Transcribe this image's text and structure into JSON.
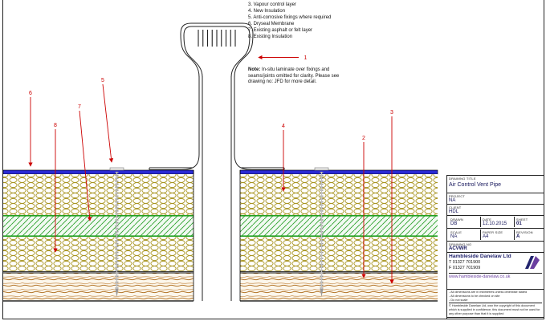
{
  "colors": {
    "leader_red": "#cc0000",
    "membrane_blue": "#2a2ad4",
    "insulation_olive": "#a89420",
    "green_layer": "#22a022",
    "wood_brown": "#b5782d",
    "navy": "#23256e",
    "purple": "#6a3fa0"
  },
  "legend": {
    "items": [
      "3. Vapour control layer",
      "4. New Insulation",
      "5. Anti-corrosive fixings where required",
      "6. Dryseal Membrane",
      "7. Existing asphalt or felt layer",
      "8. Existing Insulation"
    ]
  },
  "note": {
    "prefix": "Note:",
    "body": " In-situ laminate over fixings and seams/joints omitted for clarity. Please see drawing no: JFD for more detail."
  },
  "callouts": [
    "1",
    "2",
    "3",
    "4",
    "5",
    "6",
    "7",
    "8"
  ],
  "title_block": {
    "drawing_title_label": "DRAWING TITLE",
    "drawing_title": "Air Control Vent Pipe",
    "project_label": "PROJECT",
    "project": "NA",
    "client_label": "CLIENT",
    "client": "HDL",
    "drawn_label": "DRAWN",
    "drawn": "DB",
    "date_label": "DATE",
    "date": "12.10.2015",
    "sheet_label": "SHEET",
    "sheet": "01",
    "scale_label": "SCALE",
    "scale": "NA",
    "paper_size_label": "PAPER SIZE",
    "paper_size": "A4",
    "revision_label": "REVISION",
    "revision": "A",
    "drawing_no_label": "DRAWING NO",
    "drawing_no": "ACVWR",
    "company": "Hambleside Danelaw Ltd",
    "phone_t": "T  01327 701900",
    "phone_f": "F  01327 701909",
    "website": "www.hambleside-danelaw.co.uk",
    "notes": [
      "- All dimensions are in millimetres unless otherwise stated",
      "- All dimensions to be checked on site",
      "- Do not scale",
      "© Hambleside Danelaw Ltd, own the copyright of this document which is supplied in confidence, this document must not be used for any other purpose than that it is supplied"
    ]
  }
}
